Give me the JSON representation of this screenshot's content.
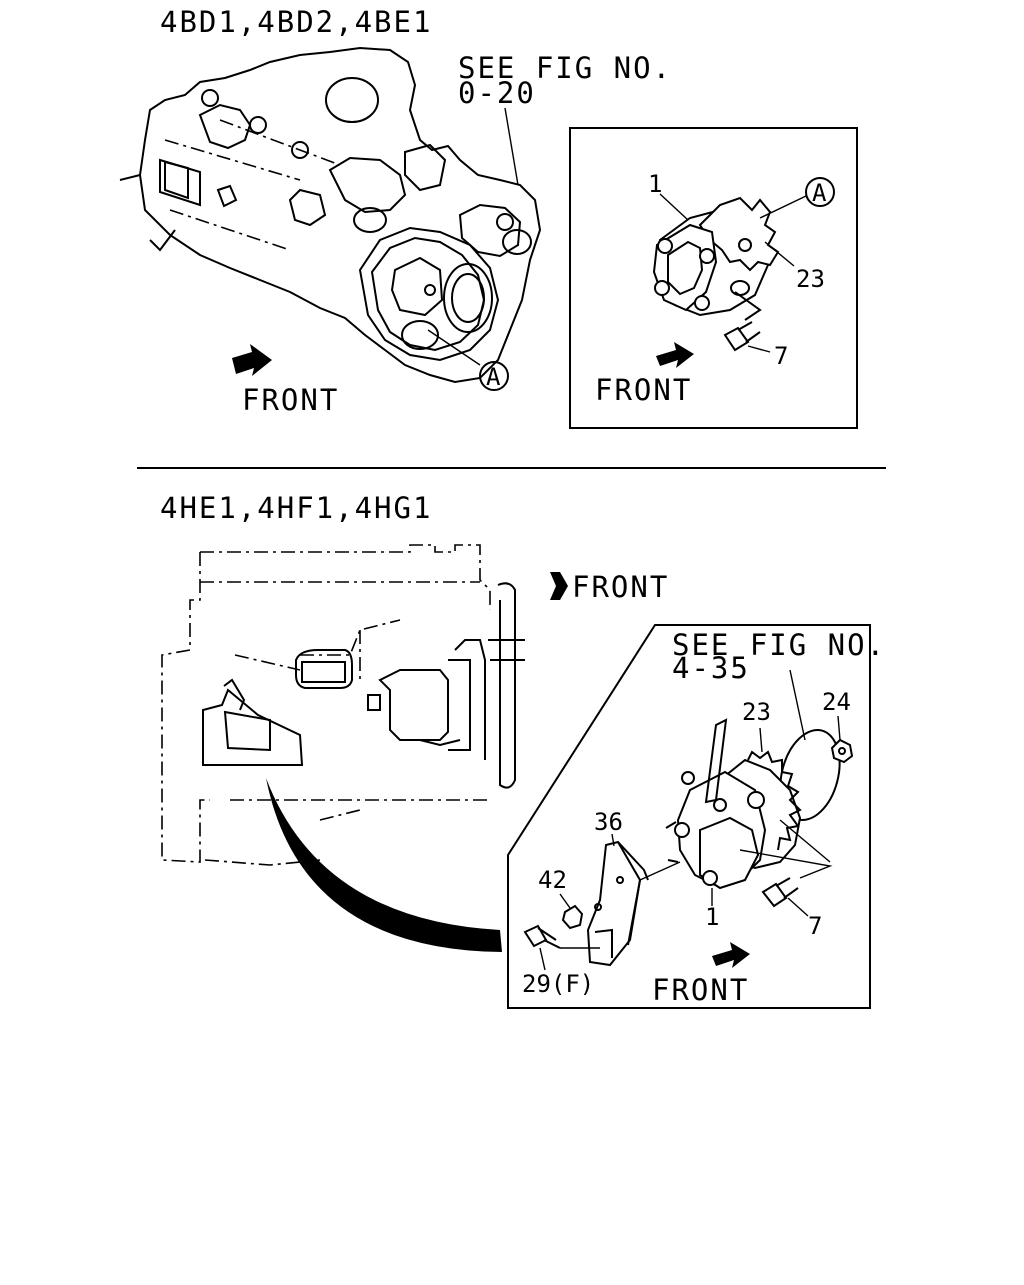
{
  "top_section": {
    "model_heading": "4BD1,4BD2,4BE1",
    "see_fig_line1": "SEE FIG NO.",
    "see_fig_line2": "0-20",
    "callout_a_engine": "A",
    "front_label": "FRONT",
    "inset": {
      "callout_a": "A",
      "part_1": "1",
      "part_23": "23",
      "part_7": "7",
      "front_label": "FRONT"
    }
  },
  "bottom_section": {
    "model_heading": "4HE1,4HF1,4HG1",
    "front_label": "FRONT",
    "inset": {
      "see_fig_line1": "SEE FIG NO.",
      "see_fig_line2": "4-35",
      "part_23": "23",
      "part_24": "24",
      "part_36": "36",
      "part_42": "42",
      "part_1": "1",
      "part_7": "7",
      "part_29": "29(F)",
      "front_label": "FRONT"
    }
  }
}
